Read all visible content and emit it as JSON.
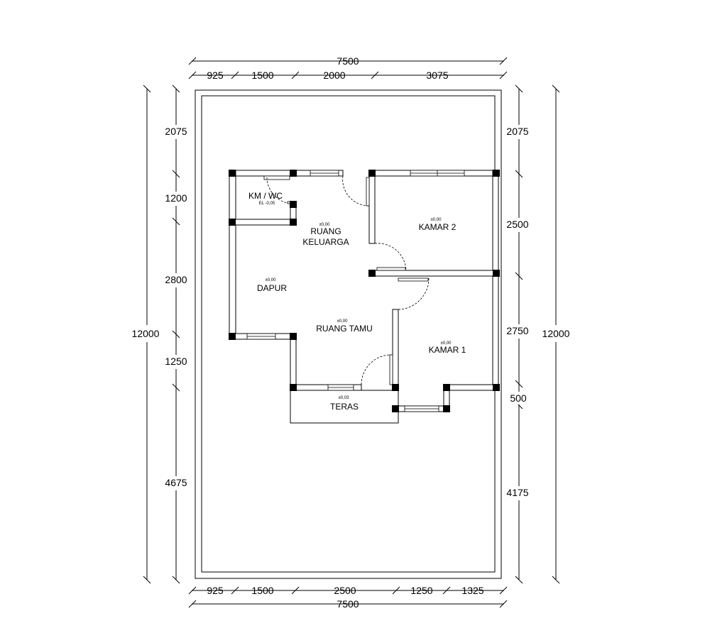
{
  "dimensions": {
    "top_total": "7500",
    "top_segments": [
      "925",
      "1500",
      "2000",
      "3075"
    ],
    "bottom_total": "7500",
    "bottom_segments": [
      "925",
      "1500",
      "2500",
      "1250",
      "1325"
    ],
    "left_total": "12000",
    "left_segments": [
      "2075",
      "1200",
      "2800",
      "1250",
      "4675"
    ],
    "right_total": "12000",
    "right_segments": [
      "2075",
      "2500",
      "2750",
      "500",
      "4175"
    ]
  },
  "rooms": {
    "kmwc": {
      "name": "KM / WC",
      "elevation": "EL -0,05"
    },
    "ruang_keluarga": {
      "name_line1": "RUANG",
      "name_line2": "KELUARGA",
      "elevation": "±0,00"
    },
    "kamar2": {
      "name": "KAMAR 2",
      "elevation": "±0,00"
    },
    "dapur": {
      "name": "DAPUR",
      "elevation": "±0,00"
    },
    "ruang_tamu": {
      "name": "RUANG TAMU",
      "elevation": "±0,00"
    },
    "kamar1": {
      "name": "KAMAR 1",
      "elevation": "±0,00"
    },
    "teras": {
      "name": "TERAS",
      "elevation": "±0,03"
    }
  }
}
